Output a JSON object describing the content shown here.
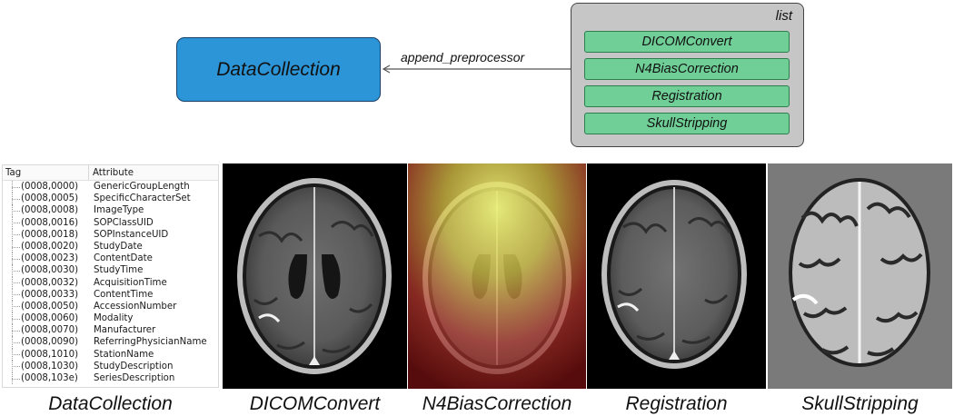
{
  "diagram": {
    "collection_node": "DataCollection",
    "edge_label": "append_preprocessor",
    "list_title": "list",
    "list_items": [
      "DICOMConvert",
      "N4BiasCorrection",
      "Registration",
      "SkullStripping"
    ]
  },
  "dicom_table": {
    "header_tag": "Tag",
    "header_attribute": "Attribute",
    "rows": [
      {
        "tag": "(0008,0000)",
        "attr": "GenericGroupLength"
      },
      {
        "tag": "(0008,0005)",
        "attr": "SpecificCharacterSet"
      },
      {
        "tag": "(0008,0008)",
        "attr": "ImageType"
      },
      {
        "tag": "(0008,0016)",
        "attr": "SOPClassUID"
      },
      {
        "tag": "(0008,0018)",
        "attr": "SOPInstanceUID"
      },
      {
        "tag": "(0008,0020)",
        "attr": "StudyDate"
      },
      {
        "tag": "(0008,0023)",
        "attr": "ContentDate"
      },
      {
        "tag": "(0008,0030)",
        "attr": "StudyTime"
      },
      {
        "tag": "(0008,0032)",
        "attr": "AcquisitionTime"
      },
      {
        "tag": "(0008,0033)",
        "attr": "ContentTime"
      },
      {
        "tag": "(0008,0050)",
        "attr": "AccessionNumber"
      },
      {
        "tag": "(0008,0060)",
        "attr": "Modality"
      },
      {
        "tag": "(0008,0070)",
        "attr": "Manufacturer"
      },
      {
        "tag": "(0008,0090)",
        "attr": "ReferringPhysicianName"
      },
      {
        "tag": "(0008,1010)",
        "attr": "StationName"
      },
      {
        "tag": "(0008,1030)",
        "attr": "StudyDescription"
      },
      {
        "tag": "(0008,103e)",
        "attr": "SeriesDescription"
      }
    ]
  },
  "captions": [
    "DataCollection",
    "DICOMConvert",
    "N4BiasCorrection",
    "Registration",
    "SkullStripping"
  ],
  "colors": {
    "collection_fill": "#2b95d8",
    "list_fill": "#c6c6c6",
    "list_item_fill": "#6fcf97"
  }
}
